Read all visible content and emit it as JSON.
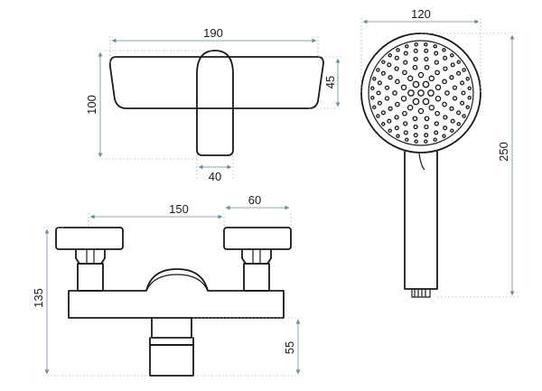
{
  "dimensions": {
    "handle_width": "190",
    "handle_height": "45",
    "body_height": "100",
    "lever_width": "40",
    "head_diameter": "120",
    "shower_length": "250",
    "connector_spacing": "150",
    "connector_width": "60",
    "mixer_height": "135",
    "outlet_height": "55"
  }
}
